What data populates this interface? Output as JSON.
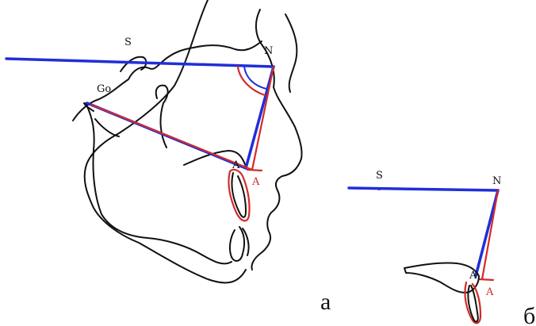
{
  "panel_a": {
    "labels": {
      "s": "S",
      "n": "N",
      "go": "Go",
      "a_black": "A",
      "a_red": "A"
    },
    "panel_letter": "a"
  },
  "panel_b": {
    "labels": {
      "s": "S",
      "n": "N",
      "a_black": "A",
      "a_red": "A"
    },
    "panel_letter": "б"
  },
  "colors": {
    "reference_lines": "#1f2fd8",
    "modified_lines": "#d42a2a",
    "outline": "#111111"
  }
}
